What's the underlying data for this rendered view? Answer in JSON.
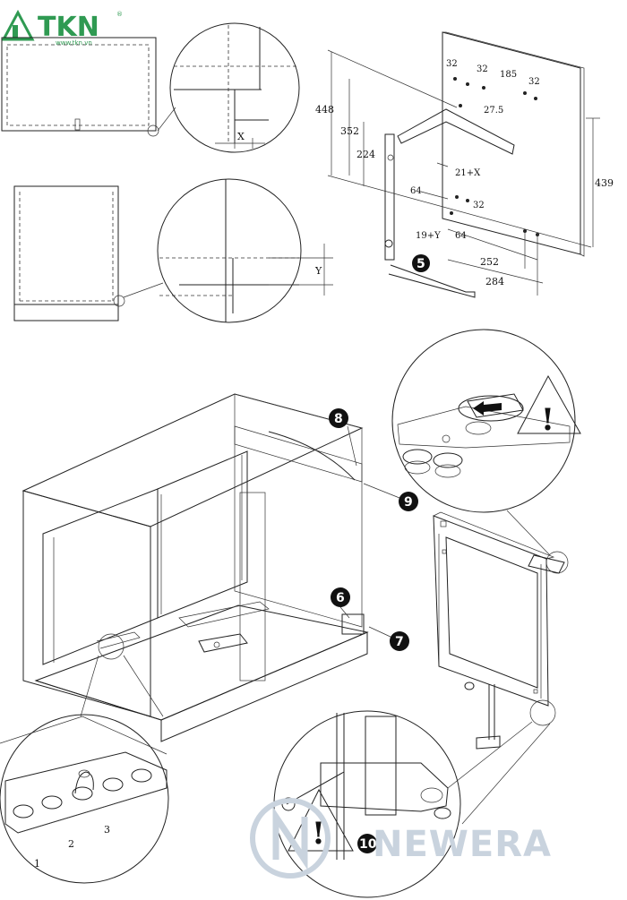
{
  "logo_top": {
    "text": "TKN",
    "registered": "®",
    "url": "www.tkn.vn"
  },
  "logo_bottom": {
    "text": "NEWERA"
  },
  "dimensions": {
    "d32_a": "32",
    "d32_b": "32",
    "d185": "185",
    "d32_c": "32",
    "d27_5": "27.5",
    "d448": "448",
    "d352": "352",
    "d224": "224",
    "d21x": "21+X",
    "d64_a": "64",
    "d32_d": "32",
    "d19y": "19+Y",
    "d64_b": "64",
    "d252": "252",
    "d284": "284",
    "d439": "439",
    "x_label": "X",
    "y_label": "Y"
  },
  "callouts": {
    "c5": "5",
    "c6": "6",
    "c7": "7",
    "c8": "8",
    "c9": "9",
    "c10": "10"
  },
  "detail_numbers": {
    "n1": "1",
    "n2": "2",
    "n3": "3"
  },
  "warnings": {
    "w1": "!",
    "w2": "!"
  },
  "icons": [
    "arrow-icon",
    "warning-triangle-icon"
  ]
}
